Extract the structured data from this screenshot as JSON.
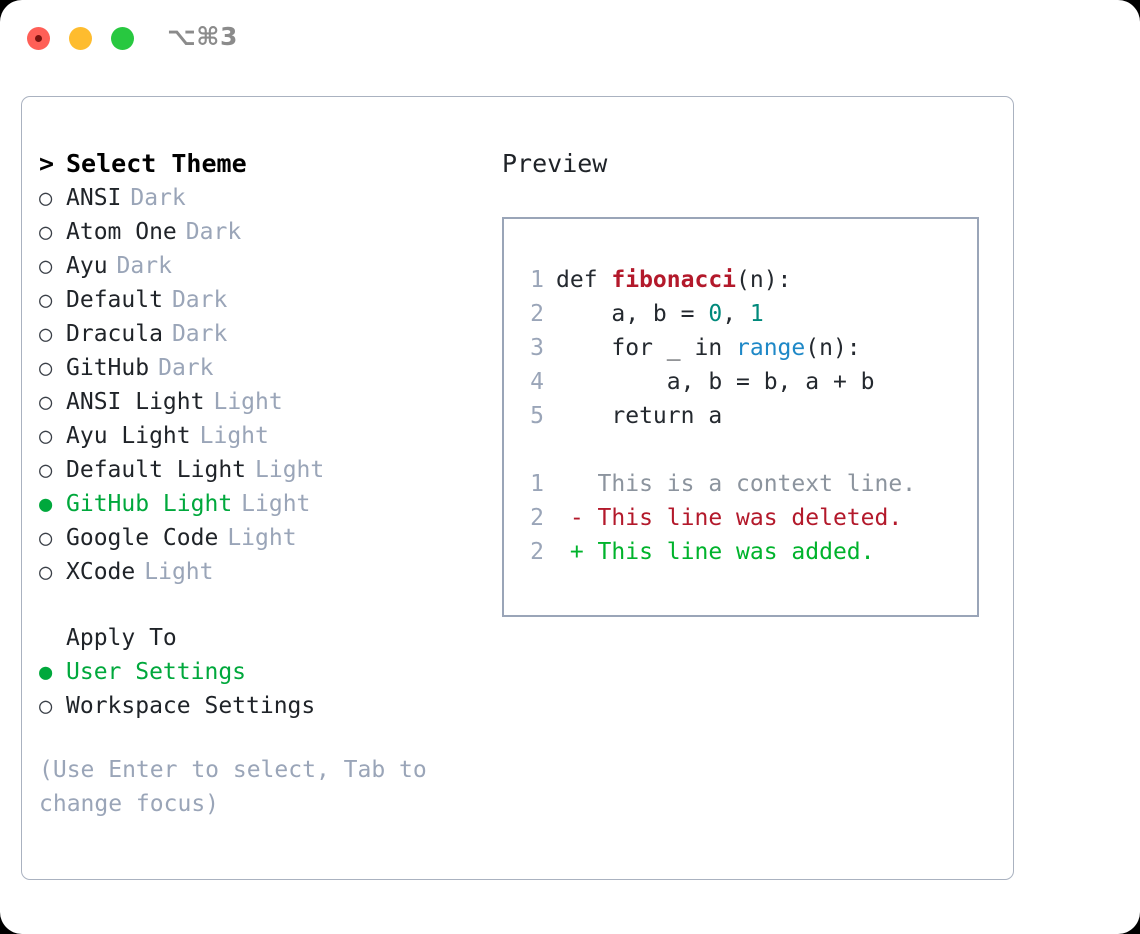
{
  "titlebar": {
    "shortcut": "⌥⌘3",
    "buttons": [
      {
        "name": "close",
        "color": "#ff5f57"
      },
      {
        "name": "minimize",
        "color": "#febc2e"
      },
      {
        "name": "zoom",
        "color": "#28c840"
      }
    ]
  },
  "theme_panel": {
    "header": "Select Theme",
    "caret": ">",
    "bullet_selected": "●",
    "bullet_unselected": "○",
    "items": [
      {
        "label": "ANSI",
        "tag": "Dark",
        "selected": false
      },
      {
        "label": "Atom One",
        "tag": "Dark",
        "selected": false
      },
      {
        "label": "Ayu",
        "tag": "Dark",
        "selected": false
      },
      {
        "label": "Default",
        "tag": "Dark",
        "selected": false
      },
      {
        "label": "Dracula",
        "tag": "Dark",
        "selected": false
      },
      {
        "label": "GitHub",
        "tag": "Dark",
        "selected": false
      },
      {
        "label": "ANSI Light",
        "tag": "Light",
        "selected": false
      },
      {
        "label": "Ayu Light",
        "tag": "Light",
        "selected": false
      },
      {
        "label": "Default Light",
        "tag": "Light",
        "selected": false
      },
      {
        "label": "GitHub Light",
        "tag": "Light",
        "selected": true
      },
      {
        "label": "Google Code",
        "tag": "Light",
        "selected": false
      },
      {
        "label": "XCode",
        "tag": "Light",
        "selected": false
      }
    ]
  },
  "apply_to": {
    "header": "Apply To",
    "items": [
      {
        "label": "User Settings",
        "selected": true
      },
      {
        "label": "Workspace Settings",
        "selected": false
      }
    ]
  },
  "hint": "(Use Enter to select, Tab to change focus)",
  "preview": {
    "title": "Preview",
    "code": [
      {
        "lno": "1",
        "parts": [
          {
            "t": "def ",
            "k": "plain"
          },
          {
            "t": "fibonacci",
            "k": "fn"
          },
          {
            "t": "(n):",
            "k": "plain"
          }
        ]
      },
      {
        "lno": "2",
        "parts": [
          {
            "t": "    a, b = ",
            "k": "plain"
          },
          {
            "t": "0",
            "k": "num"
          },
          {
            "t": ", ",
            "k": "plain"
          },
          {
            "t": "1",
            "k": "num"
          }
        ]
      },
      {
        "lno": "3",
        "parts": [
          {
            "t": "    for _ in ",
            "k": "plain"
          },
          {
            "t": "range",
            "k": "call"
          },
          {
            "t": "(n):",
            "k": "plain"
          }
        ]
      },
      {
        "lno": "4",
        "parts": [
          {
            "t": "        a, b = b, a + b",
            "k": "plain"
          }
        ]
      },
      {
        "lno": "5",
        "parts": [
          {
            "t": "    return a",
            "k": "plain"
          }
        ]
      }
    ],
    "diff": [
      {
        "lno": "1",
        "marker": "  ",
        "text": "This is a context line.",
        "kind": "context"
      },
      {
        "lno": "2",
        "marker": "- ",
        "text": "This line was deleted.",
        "kind": "deleted"
      },
      {
        "lno": "2",
        "marker": "+ ",
        "text": "This line was added.",
        "kind": "added"
      }
    ]
  },
  "colors": {
    "accent_green": "#00a83c",
    "muted": "#9aa5b8",
    "text": "#1f2328",
    "border": "#aab2c0",
    "diff_deleted": "#b3192b",
    "diff_added": "#00b32c",
    "syntax_function": "#b3192b",
    "syntax_number": "#00897b",
    "syntax_call": "#1e88c7"
  }
}
